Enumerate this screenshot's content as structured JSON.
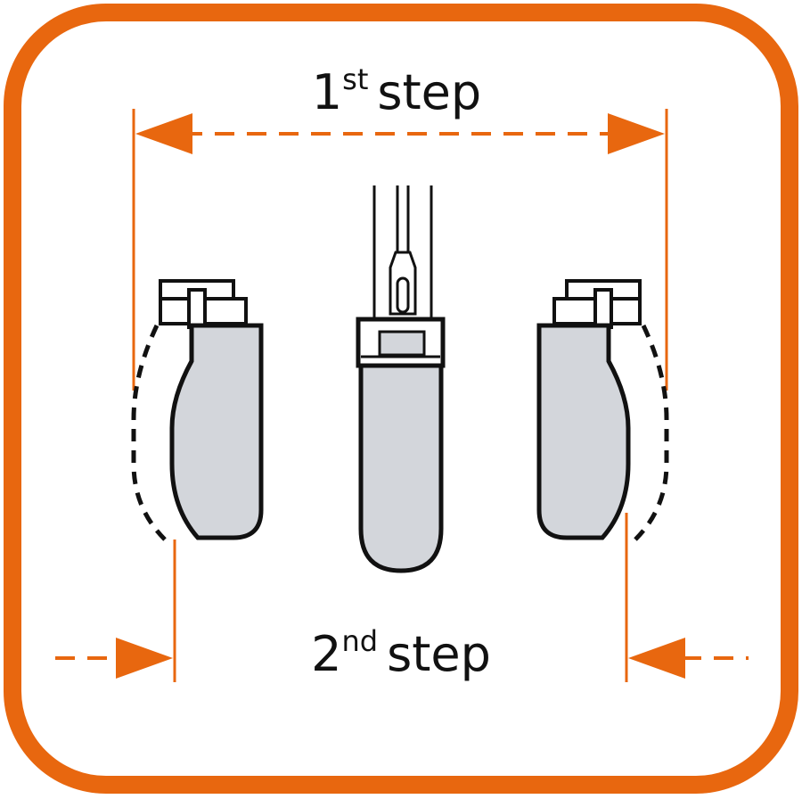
{
  "colors": {
    "accent": "#E8670F",
    "outline": "#111111",
    "body_fill": "#D3D6DB",
    "background": "#FFFFFF"
  },
  "labels": {
    "step1_number": "1",
    "step1_suffix": "st",
    "step1_word": "step",
    "step2_number": "2",
    "step2_suffix": "nd",
    "step2_word": "step"
  }
}
